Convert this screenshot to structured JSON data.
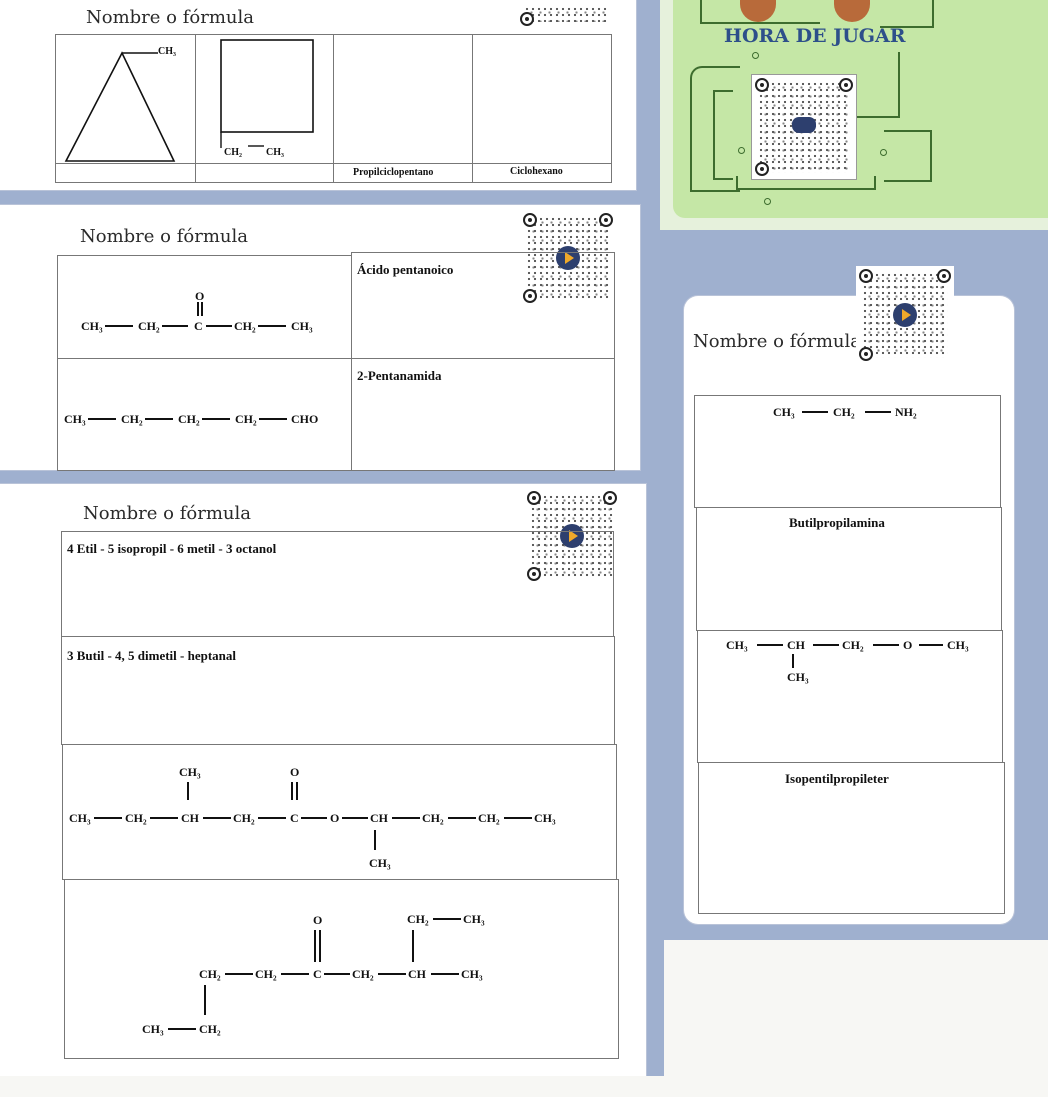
{
  "section1": {
    "heading": "Nombre o fórmula",
    "ch3_label": "CH₃",
    "ch2_label": "CH₂",
    "ch3_label_b": "CH₃",
    "cell3_name": "Propilciclopentano",
    "cell4_name": "Ciclohexano"
  },
  "game_panel": {
    "title": "HORA DE JUGAR"
  },
  "section2": {
    "heading": "Nombre o fórmula",
    "row1_name": "Ácido pentanoico",
    "row2_name": "2-Pentanamida",
    "formula1": {
      "o": "O",
      "groups": [
        "CH₃",
        "CH₂",
        "C",
        "CH₂",
        "CH₃"
      ]
    },
    "formula2": {
      "groups": [
        "CH₃",
        "CH₂",
        "CH₂",
        "CH₂",
        "CHO"
      ]
    }
  },
  "section3": {
    "heading": "Nombre o fórmula",
    "row1_name": "4 Etil - 5 isopropil - 6 metil - 3 octanol",
    "row2_name": "3 Butil - 4, 5 dimetil - heptanal",
    "formula3": {
      "top_ch3": "CH₃",
      "top_o": "O",
      "groups": [
        "CH₃",
        "CH₂",
        "CH",
        "CH₂",
        "C",
        "O",
        "CH",
        "CH₂",
        "CH₂",
        "CH₃"
      ],
      "bottom_ch3": "CH₃"
    },
    "formula4": {
      "top_o": "O",
      "top_right": [
        "CH₂",
        "CH₃"
      ],
      "groups": [
        "CH₂",
        "CH₂",
        "C",
        "CH₂",
        "CH",
        "CH₃"
      ],
      "bottom_left": [
        "CH₃",
        "CH₂"
      ]
    }
  },
  "section4": {
    "heading": "Nombre o fórmula",
    "formula1": {
      "groups": [
        "CH₃",
        "CH₂",
        "NH₂"
      ]
    },
    "row2_name": "Butilpropilamina",
    "formula3": {
      "groups": [
        "CH₃",
        "CH",
        "CH₂",
        "O",
        "CH₃"
      ],
      "branch": "CH₃"
    },
    "row4_name": "Isopentilpropileter"
  }
}
